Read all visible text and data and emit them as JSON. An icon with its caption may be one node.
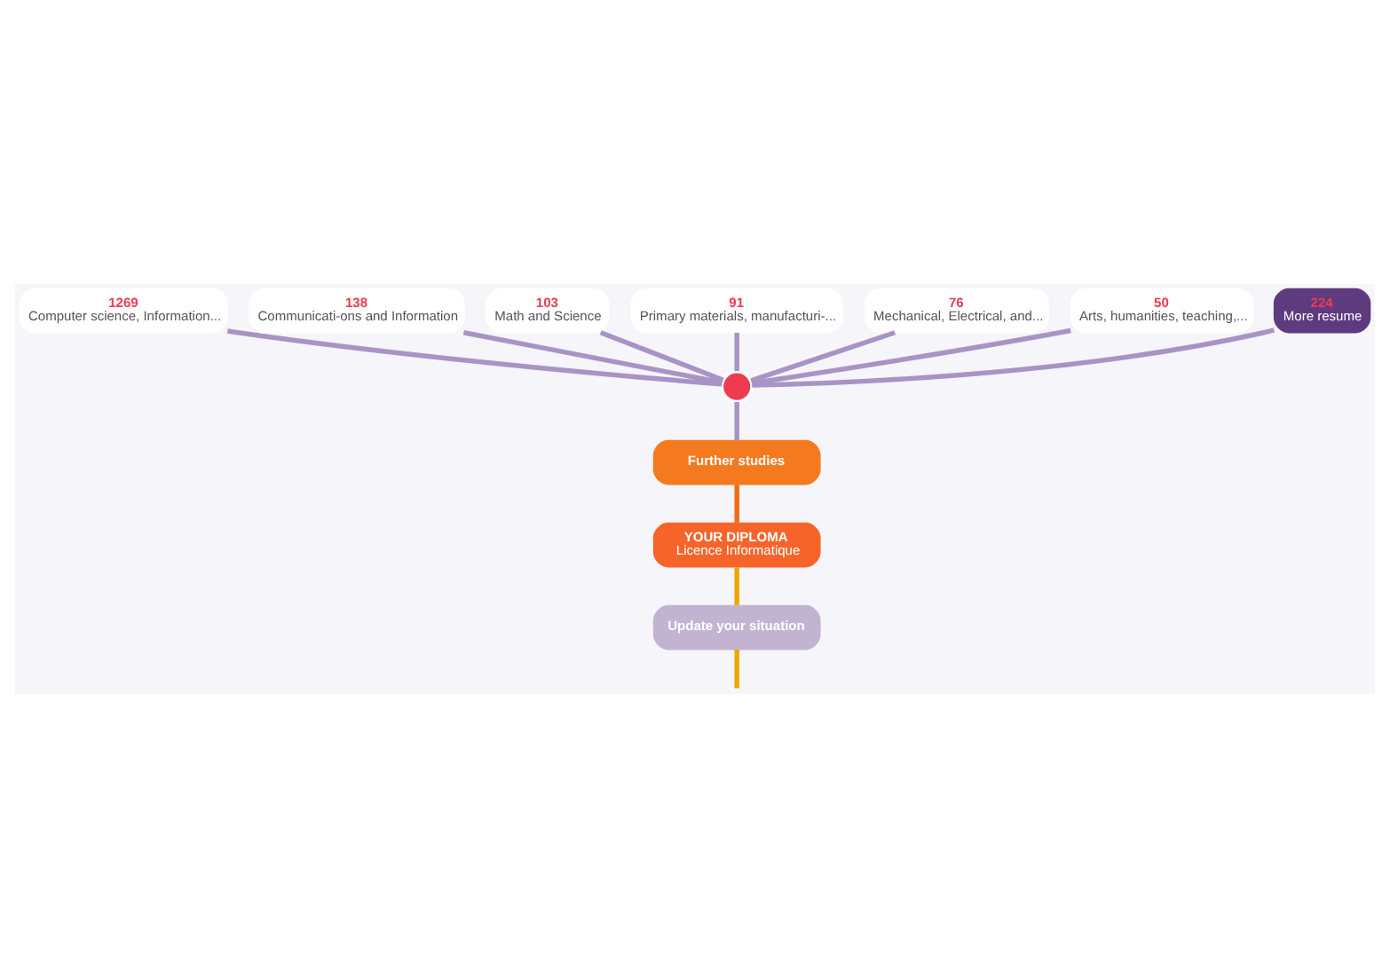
{
  "diagram": {
    "nodes": [
      {
        "text": [
          "1269",
          "Computer science, Information..."
        ]
      },
      {
        "text": [
          "138",
          "Communicati-ons and Information"
        ]
      },
      {
        "text": [
          "103",
          "Math and Science"
        ]
      },
      {
        "text": [
          "91",
          "Primary materials, manufacturi-..."
        ]
      },
      {
        "text": [
          "76",
          "Mechanical, Electrical, and..."
        ]
      },
      {
        "text": [
          "50",
          "Arts, humanities, teaching,..."
        ]
      },
      {
        "text": [
          "224",
          "More resume"
        ]
      },
      {
        "text": [],
        "shape": "person"
      },
      {
        "text": [
          "Further studies"
        ]
      },
      {
        "text": [
          "YOUR DIPLOMA",
          "Licence Informatique"
        ]
      },
      {
        "text": [
          "Update your situation"
        ]
      }
    ],
    "edges": [
      {
        "from": 0,
        "to": 7,
        "arrow": "none"
      },
      {
        "from": 1,
        "to": 7,
        "arrow": "none"
      },
      {
        "from": 2,
        "to": 7,
        "arrow": "none"
      },
      {
        "from": 3,
        "to": 7,
        "arrow": "none"
      },
      {
        "from": 4,
        "to": 7,
        "arrow": "none"
      },
      {
        "from": 5,
        "to": 7,
        "arrow": "none"
      },
      {
        "from": 6,
        "to": 7,
        "arrow": "none"
      },
      {
        "from": 7,
        "to": 8,
        "arrow": "none"
      },
      {
        "from": 8,
        "to": 9,
        "arrow": "none",
        "color": "#f26b0f"
      },
      {
        "from": 9,
        "to": 10,
        "arrow": "none",
        "color": "#f0a500"
      },
      {
        "from": 10,
        "to": null,
        "arrow": "none",
        "color": "#f0a500"
      }
    ]
  }
}
